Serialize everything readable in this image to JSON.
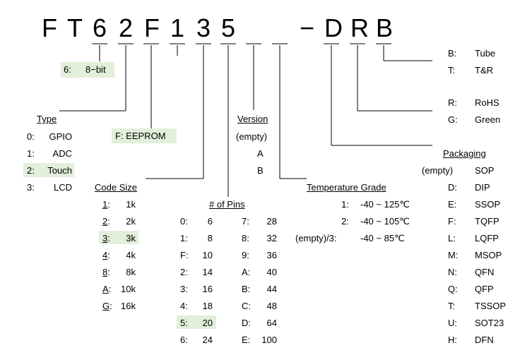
{
  "part_number": {
    "chars": [
      "F",
      "T",
      "6",
      "2",
      "F",
      "1",
      "3",
      "5",
      "_",
      "_",
      "−",
      "D",
      "R",
      "B"
    ]
  },
  "bits": {
    "code": "6:",
    "label": "8−bit"
  },
  "type": {
    "title": "Type",
    "items": [
      {
        "code": "0:",
        "label": "GPIO"
      },
      {
        "code": "1:",
        "label": "ADC"
      },
      {
        "code": "2:",
        "label": "Touch"
      },
      {
        "code": "3:",
        "label": "LCD"
      }
    ]
  },
  "memory": {
    "label": "F: EEPROM"
  },
  "code_size": {
    "title": "Code Size",
    "items": [
      {
        "code": "1",
        "suffix": ":",
        "label": "1k"
      },
      {
        "code": "2",
        "suffix": ":",
        "label": "2k"
      },
      {
        "code": "3",
        "suffix": ":",
        "label": "3k"
      },
      {
        "code": "4",
        "suffix": ":",
        "label": "4k"
      },
      {
        "code": "8",
        "suffix": ":",
        "label": "8k"
      },
      {
        "code": "A",
        "suffix": ":",
        "label": "10k"
      },
      {
        "code": "G",
        "suffix": ":",
        "label": "16k"
      }
    ]
  },
  "pins": {
    "title": "# of Pins",
    "left": [
      {
        "code": "0:",
        "value": "6"
      },
      {
        "code": "1:",
        "value": "8"
      },
      {
        "code": "F:",
        "value": "10"
      },
      {
        "code": "2:",
        "value": "14"
      },
      {
        "code": "3:",
        "value": "16"
      },
      {
        "code": "4:",
        "value": "18"
      },
      {
        "code": "5:",
        "value": "20"
      },
      {
        "code": "6:",
        "value": "24"
      }
    ],
    "right": [
      {
        "code": "7:",
        "value": "28"
      },
      {
        "code": "8:",
        "value": "32"
      },
      {
        "code": "9:",
        "value": "36"
      },
      {
        "code": "A:",
        "value": "40"
      },
      {
        "code": "B:",
        "value": "44"
      },
      {
        "code": "C:",
        "value": "48"
      },
      {
        "code": "D:",
        "value": "64"
      },
      {
        "code": "E:",
        "value": "100"
      }
    ]
  },
  "version": {
    "title": "Version",
    "items": [
      "(empty)",
      "A",
      "B"
    ]
  },
  "temperature": {
    "title": "Temperature Grade",
    "items": [
      {
        "code": "1:",
        "range": "-40 ~ 125℃"
      },
      {
        "code": "2:",
        "range": "-40 ~ 105℃"
      },
      {
        "code": "(empty)/3:",
        "range": "-40 ~ 85℃"
      }
    ]
  },
  "delivery": {
    "items": [
      {
        "code": "B:",
        "label": "Tube"
      },
      {
        "code": "T:",
        "label": "T&R"
      }
    ]
  },
  "compliance": {
    "items": [
      {
        "code": "R:",
        "label": "RoHS"
      },
      {
        "code": "G:",
        "label": "Green"
      }
    ]
  },
  "packaging": {
    "title": "Packaging",
    "items": [
      {
        "code": "(empty)",
        "label": "SOP"
      },
      {
        "code": "D:",
        "label": "DIP"
      },
      {
        "code": "E:",
        "label": "SSOP"
      },
      {
        "code": "F:",
        "label": "TQFP"
      },
      {
        "code": "L:",
        "label": "LQFP"
      },
      {
        "code": "M:",
        "label": "MSOP"
      },
      {
        "code": "N:",
        "label": "QFN"
      },
      {
        "code": "Q:",
        "label": "QFP"
      },
      {
        "code": "T:",
        "label": "TSSOP"
      },
      {
        "code": "U:",
        "label": "SOT23"
      },
      {
        "code": "H:",
        "label": "DFN"
      }
    ]
  },
  "highlight_color": "#e2efda"
}
